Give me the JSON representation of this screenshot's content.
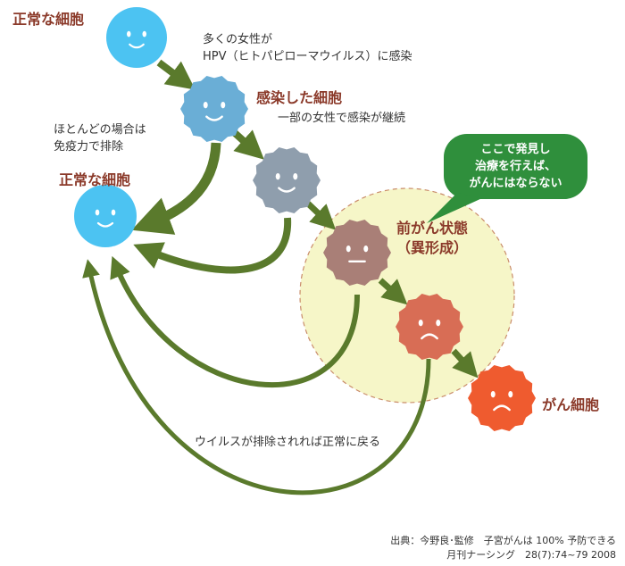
{
  "labels": {
    "normal_cell_top": "正常な細胞",
    "infection_note_line1": "多くの女性が",
    "infection_note_line2": "HPV（ヒトパピローマウイルス）に感染",
    "infected_cell": "感染した細胞",
    "persistent_note": "一部の女性で感染が継続",
    "elimination_note_line1": "ほとんどの場合は",
    "elimination_note_line2": "免疫力で排除",
    "normal_cell_left": "正常な細胞",
    "precancer_line1": "前がん状態",
    "precancer_line2": "（異形成）",
    "cancer_cell": "がん細胞",
    "return_note": "ウイルスが排除されれば正常に戻る"
  },
  "bubble": {
    "line1": "ここで発見し",
    "line2": "治療を行えば、",
    "line3": "がんにはならない"
  },
  "citation": {
    "line1": "出典：今野良･監修　子宮がんは 100% 予防できる",
    "line2": "月刊ナーシング　28(7):74~79 2008"
  },
  "colors": {
    "normal": "#4cc3f2",
    "infected": "#6aaed6",
    "persistent": "#8f9ead",
    "precancer": "#a97f77",
    "dysplasia": "#d86d55",
    "cancer": "#ef5b2f",
    "arrow": "#5a7a2c",
    "bubble": "#2f8f3c",
    "precancer_zone": "#f6f6c8",
    "label": "#8b3a2a"
  }
}
